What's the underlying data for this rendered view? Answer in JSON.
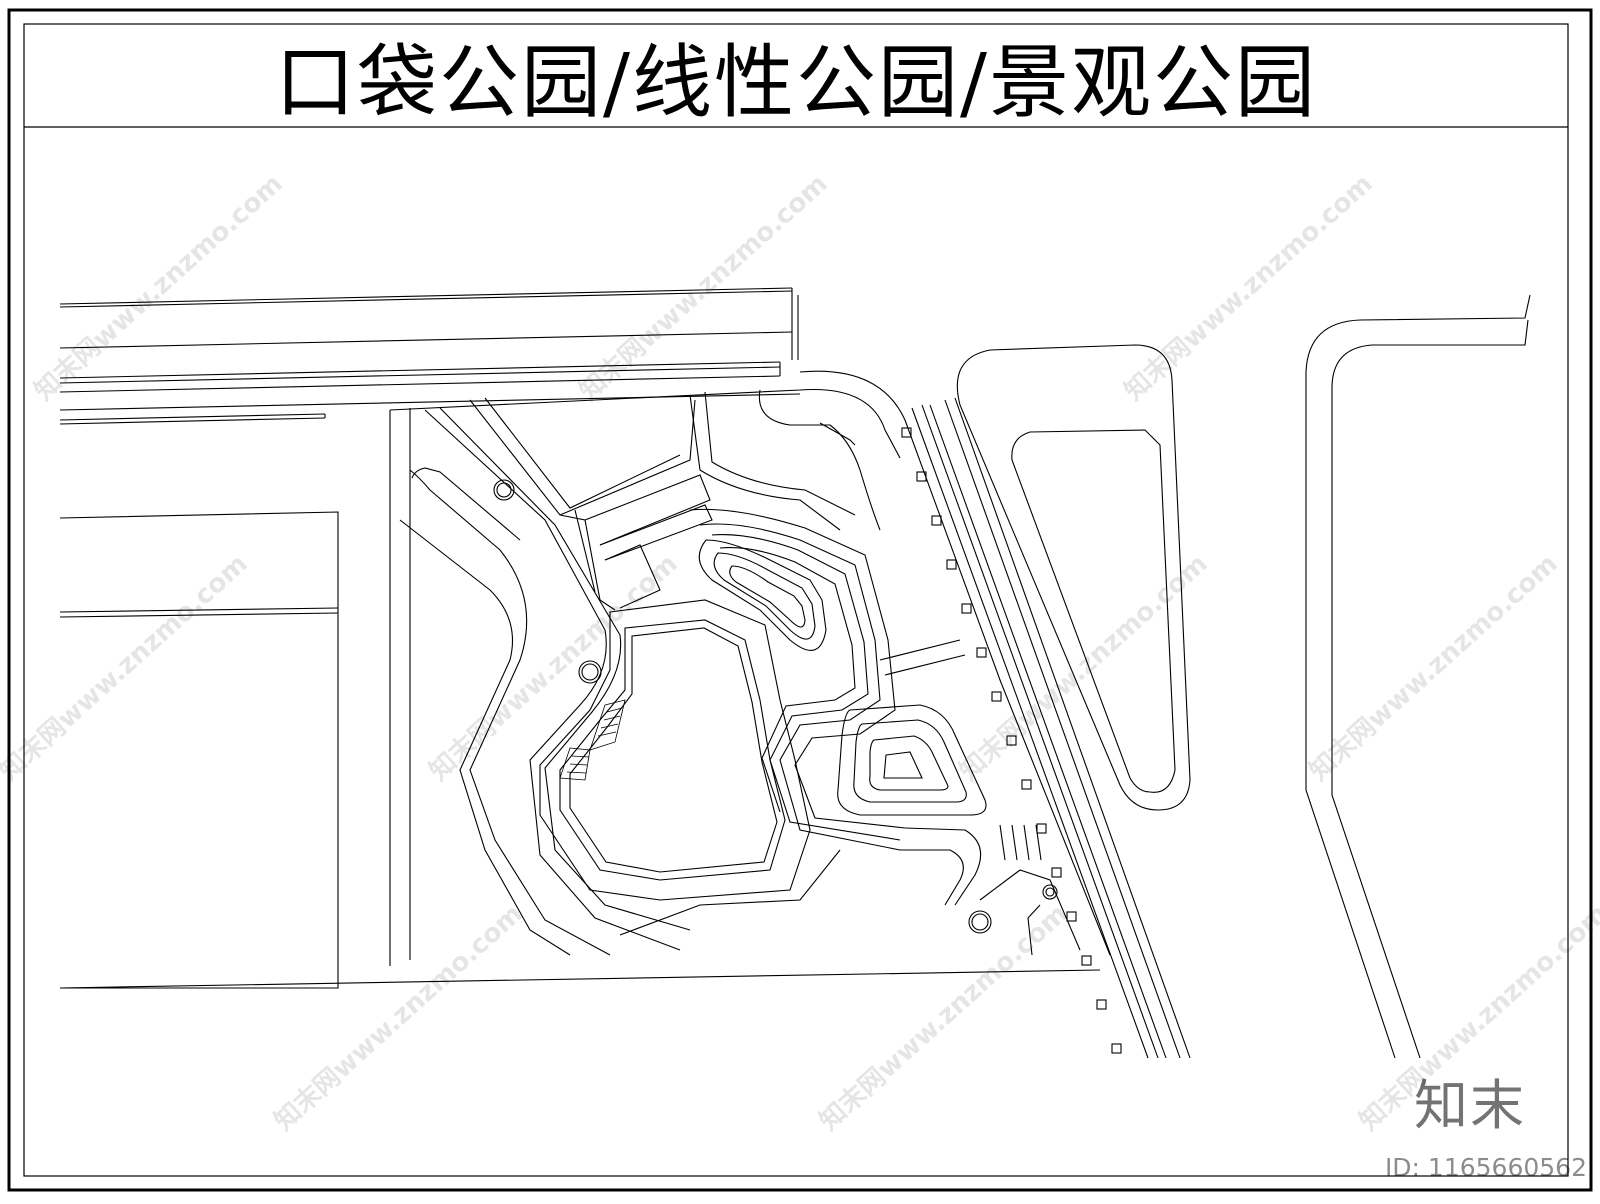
{
  "title": "口袋公园/线性公园/景观公园",
  "watermark": {
    "text": "知末网www.znzmo.com"
  },
  "brand": {
    "logo_text": "知末",
    "id_label": "ID: 1165660562"
  },
  "colors": {
    "line": "#000000",
    "background": "#ffffff",
    "watermark": "#d9d9d9"
  }
}
